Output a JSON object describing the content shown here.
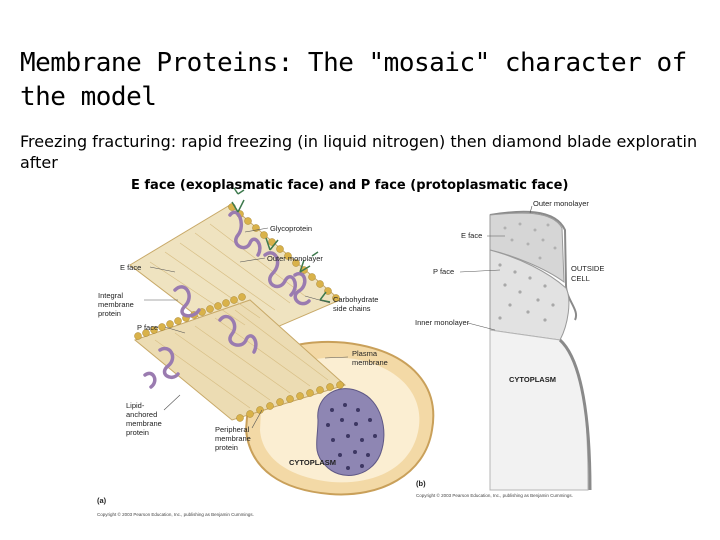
{
  "slide": {
    "title": "Membrane Proteins: The \"mosaic\" character of the model",
    "body": "Freezing fracturing: rapid freezing (in liquid nitrogen) then diamond blade exploratin after",
    "faces_caption": "E face (exoplasmatic face) and P face (protoplasmatic face)"
  },
  "figure_a": {
    "labels": {
      "glycoprotein": "Glycoprotein",
      "e_face": "E face",
      "outer_monolayer": "Outer monolayer",
      "integral_1": "Integral",
      "integral_2": "membrane",
      "integral_3": "protein",
      "carbohydrate_1": "Carbohydrate",
      "carbohydrate_2": "side chains",
      "p_face": "P face",
      "plasma_1": "Plasma",
      "plasma_2": "membrane",
      "lipid_1": "Lipid-",
      "lipid_2": "anchored",
      "lipid_3": "membrane",
      "lipid_4": "protein",
      "peripheral_1": "Peripheral",
      "peripheral_2": "membrane",
      "peripheral_3": "protein",
      "cytoplasm": "CYTOPLASM",
      "panel": "(a)",
      "copyright": "Copyright © 2003 Pearson Education, Inc., publishing as Benjamin Cummings."
    }
  },
  "figure_b": {
    "labels": {
      "outer_monolayer": "Outer monolayer",
      "e_face": "E face",
      "p_face": "P face",
      "outside_1": "OUTSIDE",
      "outside_2": "CELL",
      "inner_monolayer": "Inner monolayer",
      "cytoplasm": "CYTOPLASM",
      "panel": "(b)",
      "copyright": "Copyright © 2003 Pearson Education, Inc., publishing as Benjamin Cummings."
    }
  },
  "colors": {
    "lipid_head": "#d9b24a",
    "lipid_tail": "#e6c98a",
    "protein": "#9a7bb0",
    "glyco_chain": "#3e7a4e",
    "cytoplasm": "#f6e2b8",
    "peripheral": "#8e86b3",
    "fracture_face": "#d9d9d9"
  }
}
